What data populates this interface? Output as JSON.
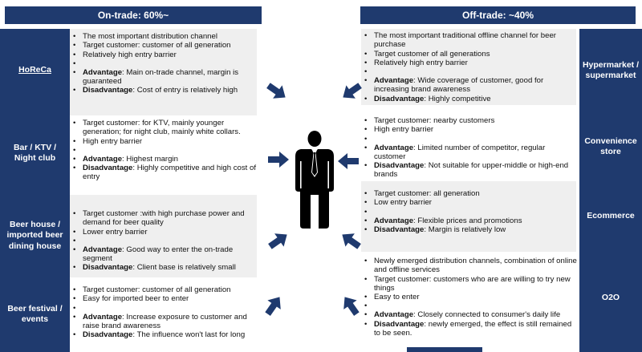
{
  "headers": {
    "on_trade": "On-trade: 60%~",
    "off_trade": "Off-trade: ~40%"
  },
  "colors": {
    "navy": "#1f3a6e",
    "panel_grey": "#efefef"
  },
  "icons": {
    "center": "businessman-icon",
    "arrows": "arrow-icon"
  },
  "left": [
    {
      "label": "HoReCa",
      "lines": [
        "The most important distribution channel",
        "Target customer: customer of all generation",
        "Relatively high entry barrier"
      ],
      "adv": "Main on-trade channel, margin is guaranteed",
      "dis": "Cost of entry is relatively high"
    },
    {
      "label": "Bar / KTV / Night club",
      "lines": [
        "Target customer: for KTV, mainly younger generation; for night club, mainly white collars.",
        "High entry barrier"
      ],
      "adv": "Highest margin",
      "dis": "Highly competitive and high cost of entry"
    },
    {
      "label": "Beer house / imported beer dining house",
      "lines": [
        "Target customer :with high purchase power and demand for beer quality",
        "Lower entry barrier"
      ],
      "adv": "Good way to enter the on-trade segment",
      "dis": "Client base is relatively small"
    },
    {
      "label": "Beer festival / events",
      "lines": [
        "Target customer: customer of all generation",
        "Easy for imported beer to enter"
      ],
      "adv": "Increase exposure to customer and raise brand awareness",
      "dis": "The influence won't last for long"
    }
  ],
  "right": [
    {
      "label": "Hypermarket / supermarket",
      "lines": [
        "The most important traditional offline channel for beer purchase",
        "Target customer of all generations",
        "Relatively high entry barrier"
      ],
      "adv": "Wide coverage of customer, good for increasing brand awareness",
      "dis": "Highly competitive"
    },
    {
      "label": "Convenience store",
      "lines": [
        "Target customer: nearby customers",
        "High entry barrier"
      ],
      "adv": "Limited number of competitor, regular customer",
      "dis": "Not suitable for upper-middle or high-end brands"
    },
    {
      "label": "Ecommerce",
      "lines": [
        "Target customer: all generation",
        "Low entry barrier"
      ],
      "adv": "Flexible prices and promotions",
      "dis": "Margin is relatively low"
    },
    {
      "label": "O2O",
      "lines": [
        "Newly emerged distribution channels, combination of online and offline services",
        "Target customer: customers who are are willing to try new things",
        "Easy to enter"
      ],
      "adv": "Closely connected to consumer's daily life",
      "dis": "newly emerged, the effect is still remained to be seen."
    }
  ],
  "terms": {
    "advantage": "Advantage",
    "disadvantage": "Disadvantage"
  }
}
